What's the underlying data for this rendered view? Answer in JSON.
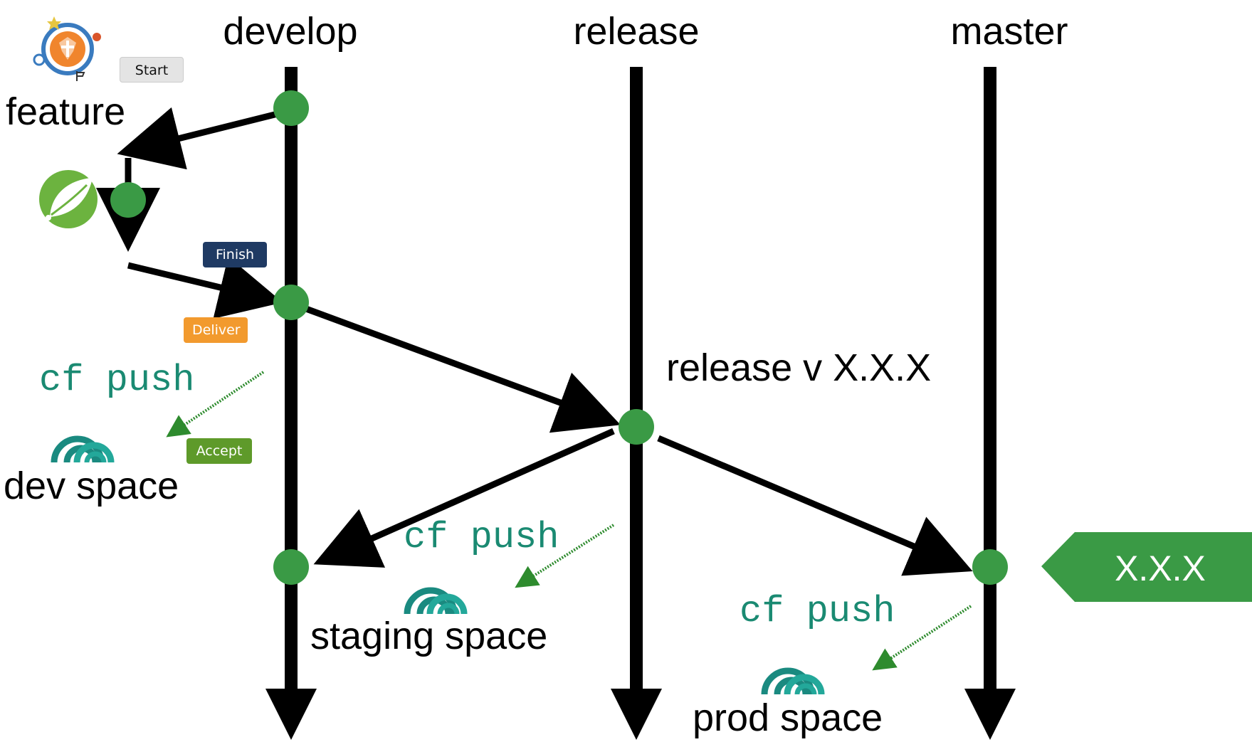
{
  "branches": {
    "develop": "develop",
    "release": "release",
    "master": "master",
    "feature": "feature"
  },
  "badges": {
    "start": "Start",
    "finish": "Finish",
    "deliver": "Deliver",
    "accept": "Accept"
  },
  "labels": {
    "release_version": "release v X.X.X",
    "tag": "X.X.X"
  },
  "deployments": [
    {
      "command": "cf push",
      "space": "dev space"
    },
    {
      "command": "cf push",
      "space": "staging space"
    },
    {
      "command": "cf push",
      "space": "prod space"
    }
  ],
  "icons": {
    "tracker": "pivotal-tracker-icon",
    "spring": "spring-leaf-icon",
    "cloud": "pivotal-cloud-foundry-icon"
  },
  "colors": {
    "commit_node": "#3a9a45",
    "tag_fill": "#3a9a45",
    "cf_text": "#1a8a72",
    "cloud_icon": "#1a8a80",
    "spring_green": "#6cb33f",
    "deploy_arrow": "#2e8b2e",
    "tracker_orange": "#f0852d",
    "tracker_blue": "#3a7bbf"
  }
}
